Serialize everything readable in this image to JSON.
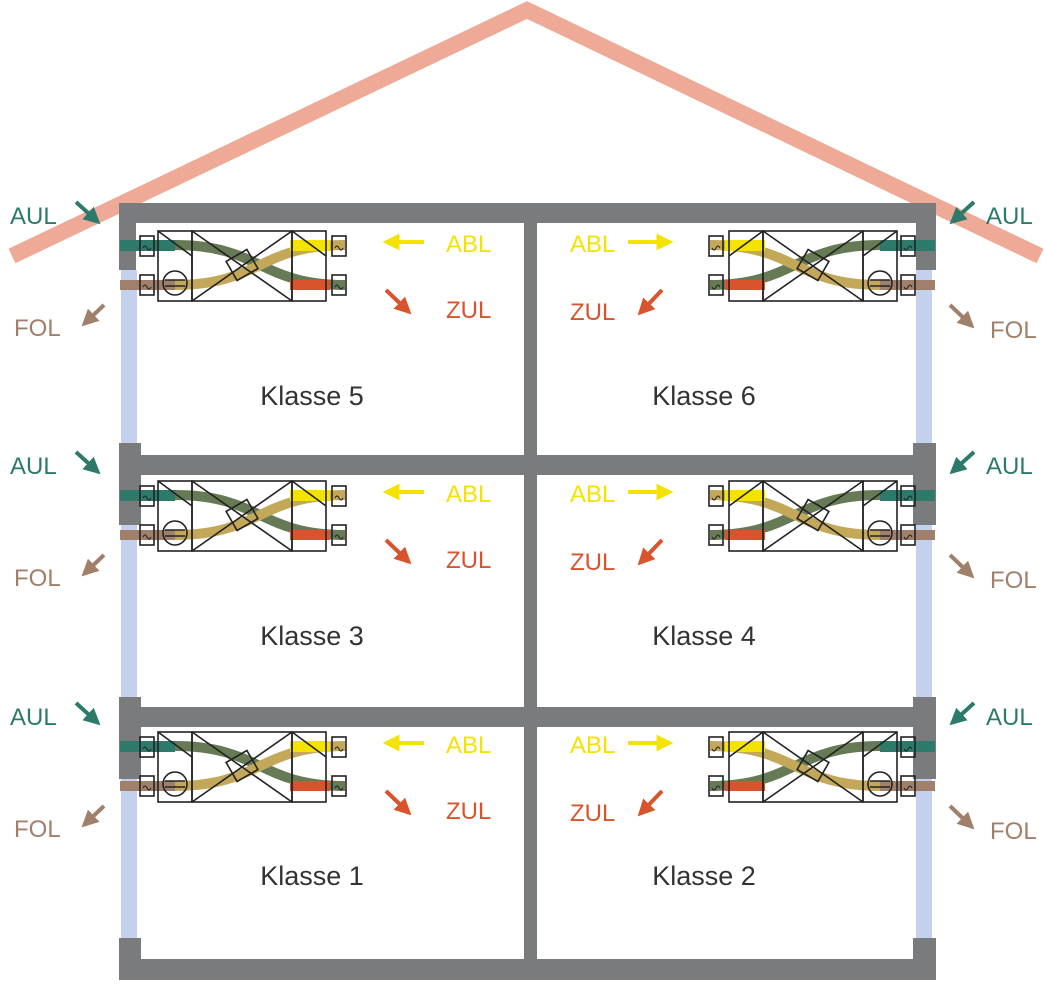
{
  "labels": {
    "outdoor_air": "AUL",
    "exhaust_air": "ABL",
    "supply_air": "ZUL",
    "outgoing_air": "FOL"
  },
  "colors": {
    "roof": "#eeaa96",
    "wall": "#7a7b7d",
    "window": "#c4d1ec",
    "aul": "#2e7a6a",
    "abl": "#f4e300",
    "zul": "#d9542c",
    "fol": "#a0806a",
    "mix1": "#667a55",
    "mix2": "#c4a85a",
    "room_text": "#333333"
  },
  "rooms": [
    {
      "id": "klasse-5",
      "label": "Klasse 5",
      "side": "left"
    },
    {
      "id": "klasse-6",
      "label": "Klasse 6",
      "side": "right"
    },
    {
      "id": "klasse-3",
      "label": "Klasse 3",
      "side": "left"
    },
    {
      "id": "klasse-4",
      "label": "Klasse 4",
      "side": "right"
    },
    {
      "id": "klasse-1",
      "label": "Klasse 1",
      "side": "left"
    },
    {
      "id": "klasse-2",
      "label": "Klasse 2",
      "side": "right"
    }
  ]
}
